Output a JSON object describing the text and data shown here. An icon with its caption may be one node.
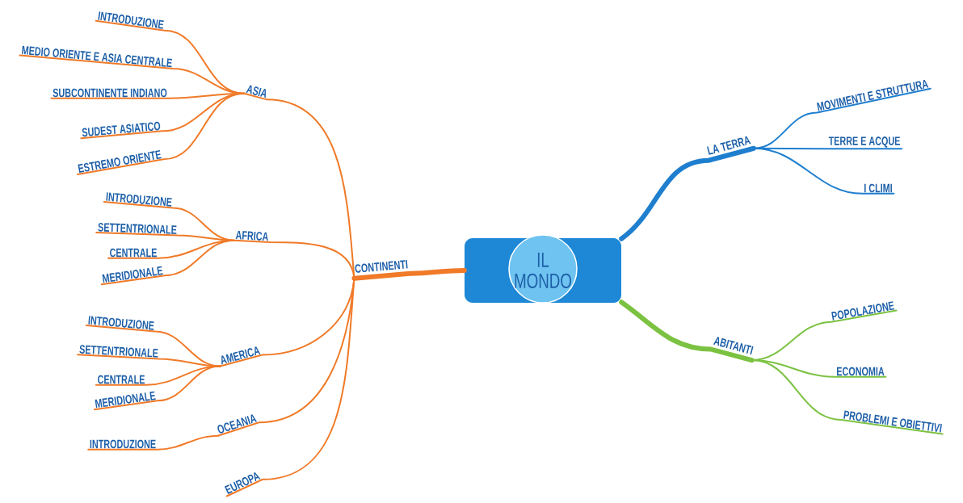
{
  "diagram": {
    "nodes": [
      {
        "text": [
          "IL MONDO"
        ]
      },
      {
        "text": [
          "CONTINENTI"
        ]
      },
      {
        "text": [
          "ASIA"
        ]
      },
      {
        "text": [
          "INTRODUZIONE"
        ]
      },
      {
        "text": [
          "MEDIO ORIENTE E ASIA CENTRALE"
        ]
      },
      {
        "text": [
          "SUBCONTINENTE INDIANO"
        ]
      },
      {
        "text": [
          "SUDEST ASIATICO"
        ]
      },
      {
        "text": [
          "ESTREMO ORIENTE"
        ]
      },
      {
        "text": [
          "AFRICA"
        ]
      },
      {
        "text": [
          "INTRODUZIONE"
        ]
      },
      {
        "text": [
          "SETTENTRIONALE"
        ]
      },
      {
        "text": [
          "CENTRALE"
        ]
      },
      {
        "text": [
          "MERIDIONALE"
        ]
      },
      {
        "text": [
          "AMERICA"
        ]
      },
      {
        "text": [
          "INTRODUZIONE"
        ]
      },
      {
        "text": [
          "SETTENTRIONALE"
        ]
      },
      {
        "text": [
          "CENTRALE"
        ]
      },
      {
        "text": [
          "MERIDIONALE"
        ]
      },
      {
        "text": [
          "OCEANIA"
        ]
      },
      {
        "text": [
          "INTRODUZIONE"
        ]
      },
      {
        "text": [
          "EUROPA"
        ]
      },
      {
        "text": [
          "LA TERRA"
        ]
      },
      {
        "text": [
          "MOVIMENTI E STRUTTURA"
        ]
      },
      {
        "text": [
          "TERRE E ACQUE"
        ]
      },
      {
        "text": [
          "I CLIMI"
        ]
      },
      {
        "text": [
          "ABITANTI"
        ]
      },
      {
        "text": [
          "POPOLAZIONE"
        ]
      },
      {
        "text": [
          "ECONOMIA"
        ]
      },
      {
        "text": [
          "PROBLEMI E OBIETTIVI"
        ]
      }
    ],
    "edges": [
      {
        "from": 0,
        "to": 1,
        "arrow": "none",
        "style": "thick"
      },
      {
        "from": 1,
        "to": 2,
        "arrow": "none"
      },
      {
        "from": 2,
        "to": 3,
        "arrow": "none"
      },
      {
        "from": 2,
        "to": 4,
        "arrow": "none"
      },
      {
        "from": 2,
        "to": 5,
        "arrow": "none"
      },
      {
        "from": 2,
        "to": 6,
        "arrow": "none"
      },
      {
        "from": 2,
        "to": 7,
        "arrow": "none"
      },
      {
        "from": 1,
        "to": 8,
        "arrow": "none"
      },
      {
        "from": 8,
        "to": 9,
        "arrow": "none"
      },
      {
        "from": 8,
        "to": 10,
        "arrow": "none"
      },
      {
        "from": 8,
        "to": 11,
        "arrow": "none"
      },
      {
        "from": 8,
        "to": 12,
        "arrow": "none"
      },
      {
        "from": 1,
        "to": 13,
        "arrow": "none"
      },
      {
        "from": 13,
        "to": 14,
        "arrow": "none"
      },
      {
        "from": 13,
        "to": 15,
        "arrow": "none"
      },
      {
        "from": 13,
        "to": 16,
        "arrow": "none"
      },
      {
        "from": 13,
        "to": 17,
        "arrow": "none"
      },
      {
        "from": 1,
        "to": 18,
        "arrow": "none"
      },
      {
        "from": 18,
        "to": 19,
        "arrow": "none"
      },
      {
        "from": 1,
        "to": 20,
        "arrow": "none"
      },
      {
        "from": 0,
        "to": 21,
        "arrow": "none",
        "style": "thick",
        "color": "#1f7fcf"
      },
      {
        "from": 21,
        "to": 22,
        "arrow": "none",
        "color": "#1f7fcf"
      },
      {
        "from": 21,
        "to": 23,
        "arrow": "none",
        "color": "#1f7fcf"
      },
      {
        "from": 21,
        "to": 24,
        "arrow": "none",
        "color": "#1f7fcf"
      },
      {
        "from": 0,
        "to": 25,
        "arrow": "none",
        "style": "thick",
        "color": "#7cc242"
      },
      {
        "from": 25,
        "to": 26,
        "arrow": "none",
        "color": "#7cc242"
      },
      {
        "from": 25,
        "to": 27,
        "arrow": "none",
        "color": "#7cc242"
      },
      {
        "from": 25,
        "to": 28,
        "arrow": "none",
        "color": "#7cc242"
      }
    ]
  }
}
